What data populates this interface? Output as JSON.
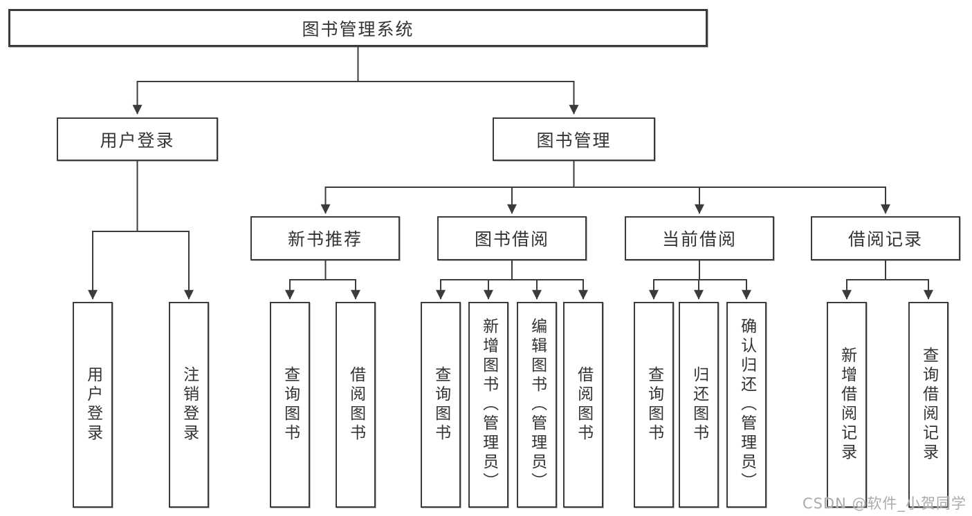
{
  "diagram": {
    "root": "图书管理系统",
    "level2": [
      "用户登录",
      "图书管理"
    ],
    "login_children": [
      "用户登录",
      "注销登录"
    ],
    "modules": [
      {
        "label": "新书推荐",
        "children": [
          "查询图书",
          "借阅图书"
        ]
      },
      {
        "label": "图书借阅",
        "children": [
          "查询图书",
          "新增图书（管理员）",
          "编辑图书（管理员）",
          "借阅图书"
        ]
      },
      {
        "label": "当前借阅",
        "children": [
          "查询图书",
          "归还图书",
          "确认归还（管理员）"
        ]
      },
      {
        "label": "借阅记录",
        "children": [
          "新增借阅记录",
          "查询借阅记录"
        ]
      }
    ]
  },
  "watermark": "CSDN @软件_小贺同学",
  "colors": {
    "line": "#3b3b3b",
    "text": "#333333",
    "box_background": "#ffffff",
    "watermark": "#ababab"
  }
}
